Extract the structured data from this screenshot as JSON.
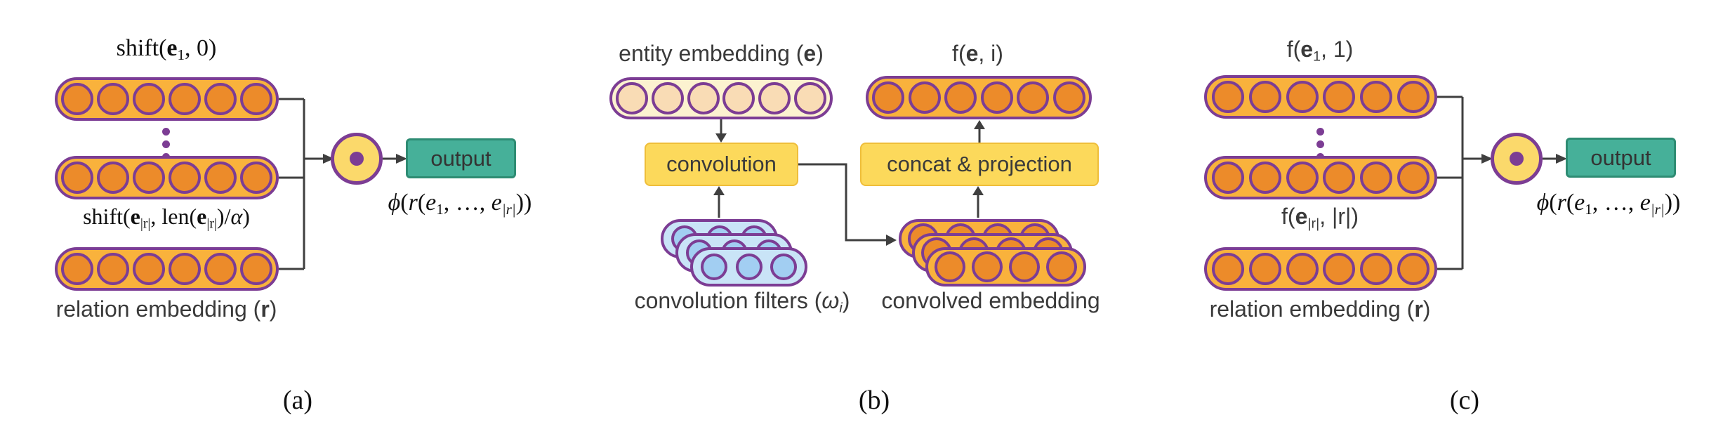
{
  "colors": {
    "purple": "#7c3d94",
    "gold_body": "#f9b23c",
    "gold_circle": "#ec8b2a",
    "cream_body": "#fcf2d0",
    "cream_circle": "#f9dcb5",
    "blue_body": "#c9e4f7",
    "blue_circle": "#a2cef2",
    "box_yellow": "#fcd95b",
    "box_yellow_border": "#efbe3a",
    "op_fill": "#fbd96b",
    "teal": "#46b099",
    "teal_border": "#2e8c73",
    "line": "#3f3f3f",
    "text": "#3a3a3a"
  },
  "panels": {
    "a": {
      "caption": "(a)",
      "top_label": [
        [
          "",
          "shift("
        ],
        [
          "b",
          "e"
        ],
        [
          "sub",
          "1"
        ],
        [
          "",
          ", 0)"
        ]
      ],
      "mid_label": [
        [
          "",
          "shift("
        ],
        [
          "b",
          "e"
        ],
        [
          "sub",
          "|r|"
        ],
        [
          "",
          ", len("
        ],
        [
          "b",
          "e"
        ],
        [
          "sub",
          "|r|"
        ],
        [
          "",
          ")/"
        ],
        [
          "i",
          "α"
        ],
        [
          "",
          ")"
        ]
      ],
      "relation_label": [
        [
          "",
          "relation embedding ("
        ],
        [
          "b",
          "r"
        ],
        [
          "",
          ")"
        ]
      ],
      "formula": [
        [
          "i",
          "ϕ"
        ],
        [
          "",
          "("
        ],
        [
          "i",
          "r"
        ],
        [
          "",
          "("
        ],
        [
          "i",
          "e"
        ],
        [
          "sub",
          "1"
        ],
        [
          "",
          ", …, "
        ],
        [
          "i",
          "e"
        ],
        [
          "isub",
          "|r|"
        ],
        [
          "",
          "))"
        ]
      ],
      "output_label": "output",
      "operator_icon": "circled-dot",
      "pills": {
        "top": {
          "scheme": "gold",
          "circles": 6
        },
        "mid": {
          "scheme": "gold",
          "circles": 6
        },
        "relation": {
          "scheme": "gold",
          "circles": 6
        }
      }
    },
    "b": {
      "caption": "(b)",
      "entity_label": [
        [
          "",
          "entity embedding ("
        ],
        [
          "b",
          "e"
        ],
        [
          "",
          ")"
        ]
      ],
      "f_label": [
        [
          "",
          "f("
        ],
        [
          "b",
          "e"
        ],
        [
          "",
          ", i)"
        ]
      ],
      "convolution_box": "convolution",
      "concat_box": "concat & projection",
      "filters_label": [
        [
          "",
          "convolution filters ("
        ],
        [
          "i",
          "ω"
        ],
        [
          "isub",
          "i"
        ],
        [
          "",
          ")"
        ]
      ],
      "convolved_label": [
        [
          "",
          "convolved embedding"
        ]
      ],
      "pills": {
        "entity": {
          "scheme": "cream",
          "circles": 6
        },
        "f": {
          "scheme": "gold",
          "circles": 6
        },
        "filter_stack": {
          "scheme": "blue",
          "circles": 3,
          "layers": 3
        },
        "convolved_stack": {
          "scheme": "gold",
          "circles": 4,
          "layers": 3
        }
      }
    },
    "c": {
      "caption": "(c)",
      "top_label": [
        [
          "",
          "f("
        ],
        [
          "b",
          "e"
        ],
        [
          "sub",
          "1"
        ],
        [
          "",
          ", 1)"
        ]
      ],
      "mid_label": [
        [
          "",
          "f("
        ],
        [
          "b",
          "e"
        ],
        [
          "sub",
          "|r|"
        ],
        [
          "",
          ", |r|)"
        ]
      ],
      "relation_label": [
        [
          "",
          "relation embedding ("
        ],
        [
          "b",
          "r"
        ],
        [
          "",
          ")"
        ]
      ],
      "formula": [
        [
          "i",
          "ϕ"
        ],
        [
          "",
          "("
        ],
        [
          "i",
          "r"
        ],
        [
          "",
          "("
        ],
        [
          "i",
          "e"
        ],
        [
          "sub",
          "1"
        ],
        [
          "",
          ", …, "
        ],
        [
          "i",
          "e"
        ],
        [
          "isub",
          "|r|"
        ],
        [
          "",
          "))"
        ]
      ],
      "output_label": "output",
      "operator_icon": "circled-dot",
      "pills": {
        "top": {
          "scheme": "gold",
          "circles": 6
        },
        "mid": {
          "scheme": "gold",
          "circles": 6
        },
        "relation": {
          "scheme": "gold",
          "circles": 6
        }
      }
    }
  }
}
